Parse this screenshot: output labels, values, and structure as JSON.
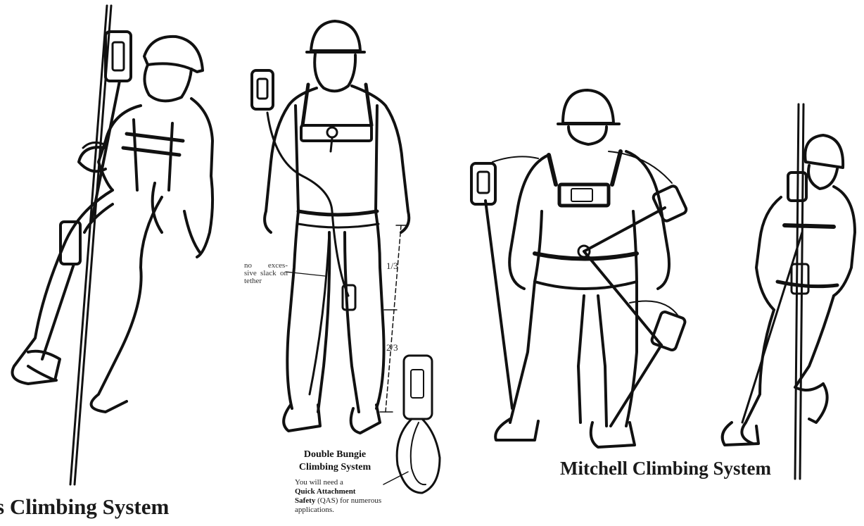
{
  "left_system": {
    "caption": "s Climbing System"
  },
  "double_bungie": {
    "title_line1": "Double Bungie",
    "title_line2": "Climbing System",
    "slack_note": "no exces- sive slack on tether",
    "ratio_top": "1/3",
    "ratio_bottom": "2/3",
    "qas_prefix": "You will need a",
    "qas_bold1": "Quick Attachment",
    "qas_bold2": "Safety",
    "qas_abbr": "(QAS) for numerous",
    "qas_suffix": "applications."
  },
  "mitchell_system": {
    "caption": "Mitchell Climbing System"
  }
}
